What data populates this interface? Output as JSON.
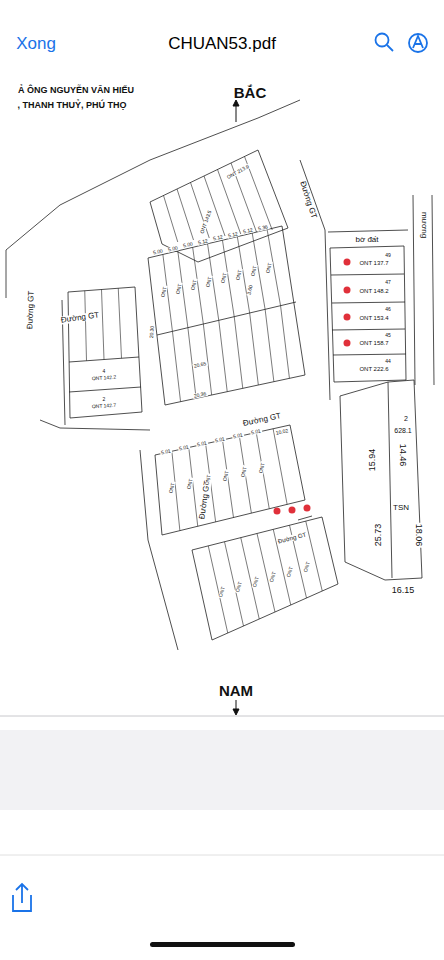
{
  "diagram": {
    "labels": [
      "Xong",
      "CHUAN53.pdf",
      "Ả ÔNG NGUYỄN VĂN HIẾU",
      ", THANH THUỶ, PHÚ THỌ",
      "BẮC",
      "NAM",
      "Đường GT",
      "Đường GT",
      "Đường GT",
      "Đường GT",
      "Đường GT",
      "Đường GT",
      "bờ đất",
      "mương",
      "15.94",
      "14.46",
      "18.06",
      "25.73",
      "16.15",
      "TSN",
      "2",
      "628.1",
      "49",
      "ONT 137.7",
      "47",
      "ONT 148.2",
      "46",
      "ONT 153.4",
      "45",
      "ONT 158.7",
      "44",
      "ONT 222.6",
      "ONT 142.2",
      "4",
      "ONT 142.7",
      "2",
      "ONT 213.9",
      "ONT 143.5",
      "5.00",
      "5.00",
      "5.00",
      "5.12",
      "5.12",
      "5.12",
      "5.12",
      "5.36",
      "ONT",
      "ONT",
      "ONT",
      "ONT",
      "ONT",
      "ONT",
      "ONT",
      "ONT",
      "5.01",
      "5.01",
      "5.01",
      "5.01",
      "5.01",
      "5.01",
      "ONT",
      "ONT",
      "ONT",
      "ONT",
      "ONT",
      "ONT",
      "ONT",
      "ONT",
      "ONT",
      "ONT",
      "ONT",
      "ONT",
      "20.36",
      "20.65",
      "10.02",
      "20.30",
      "3.60"
    ]
  }
}
